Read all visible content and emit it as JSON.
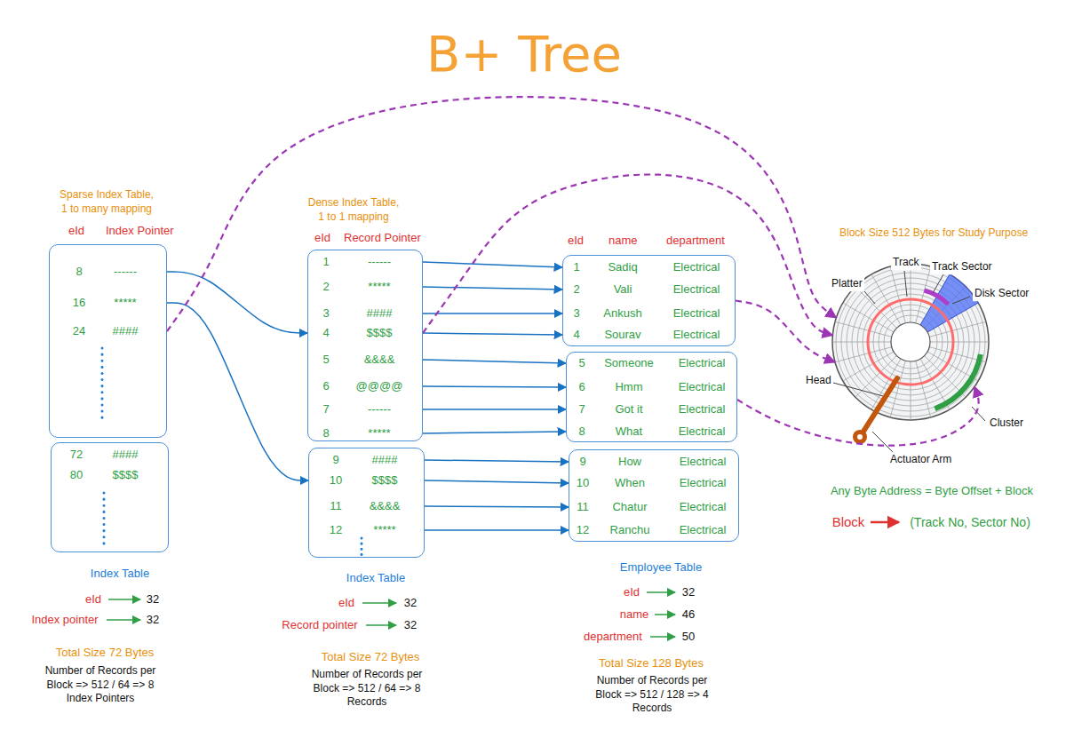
{
  "diagram": {
    "title": "B+ Tree",
    "nodes": [
      {
        "text": [
          "8",
          "------",
          "16",
          "*****",
          "24",
          "####"
        ]
      },
      {
        "text": [
          "72",
          "####",
          "80",
          "$$$$"
        ]
      },
      {
        "text": [
          "1",
          "------",
          "2",
          "*****",
          "3",
          "####",
          "4",
          "$$$$",
          "5",
          "&&&&",
          "6",
          "@@@@",
          "7",
          "------",
          "8",
          "*****"
        ]
      },
      {
        "text": [
          "9",
          "####",
          "10",
          "$$$$",
          "11",
          "&&&&",
          "12",
          "*****"
        ]
      },
      {
        "text": [
          "1",
          "Sadiq",
          "Electrical",
          "2",
          "Vali",
          "Electrical",
          "3",
          "Ankush",
          "Electrical",
          "4",
          "Sourav",
          "Electrical"
        ]
      },
      {
        "text": [
          "5",
          "Someone",
          "Electrical",
          "6",
          "Hmm",
          "Electrical",
          "7",
          "Got it",
          "Electrical",
          "8",
          "What",
          "Electrical"
        ]
      },
      {
        "text": [
          "9",
          "How",
          "Electrical",
          "10",
          "When",
          "Electrical",
          "11",
          "Chatur",
          "Electrical",
          "12",
          "Ranchu",
          "Electrical"
        ]
      },
      {
        "text": [
          "Block Size 512 Bytes for Study Purpose"
        ]
      }
    ],
    "edges": [
      {
        "from": 0,
        "to": 2,
        "arrow": "to"
      },
      {
        "from": 0,
        "to": 3,
        "arrow": "to"
      },
      {
        "from": 2,
        "to": 4,
        "arrow": "to"
      },
      {
        "from": 2,
        "to": 4,
        "arrow": "to"
      },
      {
        "from": 2,
        "to": 4,
        "arrow": "to"
      },
      {
        "from": 2,
        "to": 4,
        "arrow": "to"
      },
      {
        "from": 2,
        "to": 5,
        "arrow": "to"
      },
      {
        "from": 2,
        "to": 5,
        "arrow": "to"
      },
      {
        "from": 2,
        "to": 5,
        "arrow": "to"
      },
      {
        "from": 2,
        "to": 5,
        "arrow": "to"
      },
      {
        "from": 3,
        "to": 6,
        "arrow": "to"
      },
      {
        "from": 3,
        "to": 6,
        "arrow": "to"
      },
      {
        "from": 3,
        "to": 6,
        "arrow": "to"
      },
      {
        "from": 3,
        "to": 6,
        "arrow": "to"
      },
      {
        "from": 0,
        "to": 7,
        "arrow": "to"
      },
      {
        "from": 2,
        "to": 7,
        "arrow": "to"
      },
      {
        "from": 4,
        "to": 7,
        "arrow": "to"
      },
      {
        "from": 5,
        "to": 7,
        "arrow": "to"
      }
    ],
    "labels": [
      "Sparse Index Table, 1 to many mapping",
      "eId",
      "Index Pointer",
      "Dense Index Table, 1 to 1 mapping",
      "eId",
      "Record Pointer",
      "eId",
      "name",
      "department",
      "Index Table",
      "eId",
      "32",
      "Index pointer",
      "32",
      "Total Size 72 Bytes",
      "Number of Records per Block => 512 / 64 => 8 Index Pointers",
      "Index Table",
      "eId",
      "32",
      "Record pointer",
      "32",
      "Total Size 72 Bytes",
      "Number of Records per Block => 512 / 64 => 8 Records",
      "Employee Table",
      "eId",
      "32",
      "name",
      "46",
      "department",
      "50",
      "Total Size 128 Bytes",
      "Number of Records per Block => 512 / 128 => 4 Records",
      "Track",
      "Track Sector",
      "Disk Sector",
      "Platter",
      "Head",
      "Cluster",
      "Actuator Arm",
      "Any Byte Address = Byte Offset + Block",
      "Block",
      "(Track No, Sector No)"
    ]
  }
}
